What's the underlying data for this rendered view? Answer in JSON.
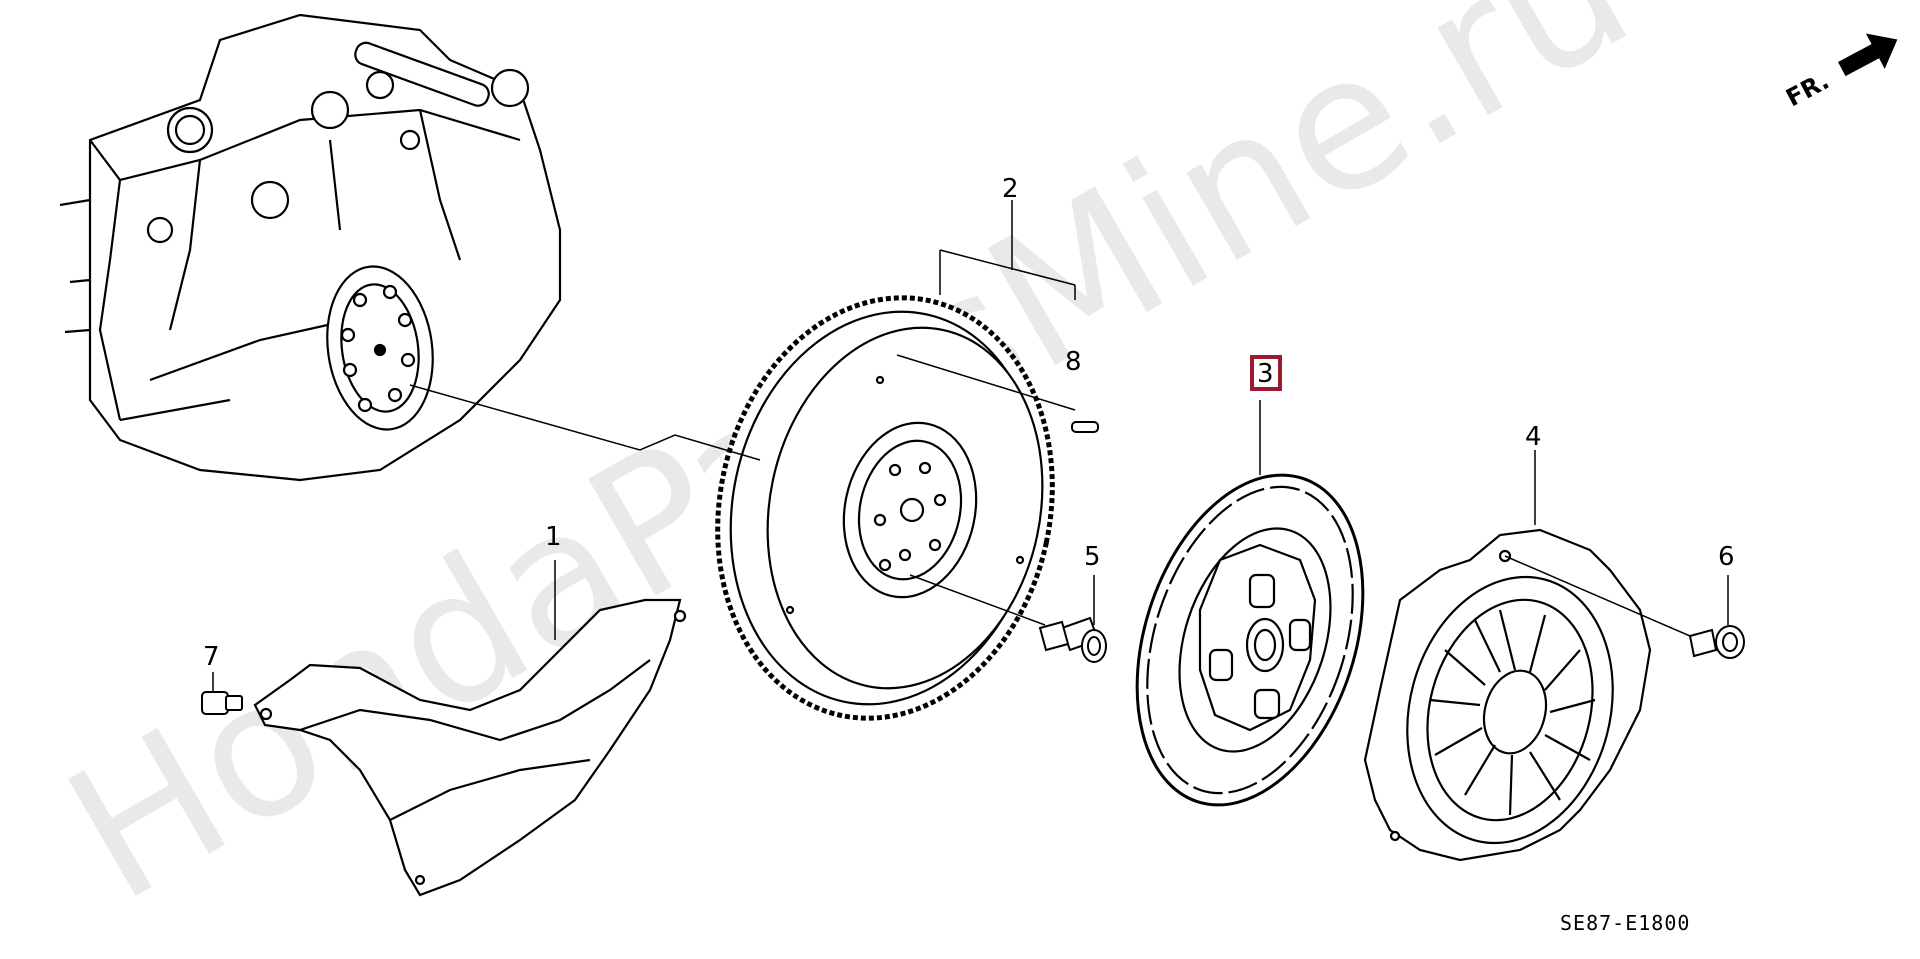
{
  "diagram": {
    "callouts": [
      {
        "id": "1",
        "label": "1"
      },
      {
        "id": "2",
        "label": "2"
      },
      {
        "id": "3",
        "label": "3",
        "highlighted": true
      },
      {
        "id": "4",
        "label": "4"
      },
      {
        "id": "5",
        "label": "5"
      },
      {
        "id": "6",
        "label": "6"
      },
      {
        "id": "7",
        "label": "7"
      },
      {
        "id": "8",
        "label": "8"
      }
    ],
    "highlight_color": "#a01830",
    "direction_label": "FR.",
    "figure_code": "SE87-E1800",
    "watermark": "HondaPartsMine.ru",
    "line_color": "#000000",
    "part_fill": "#ffffff"
  }
}
